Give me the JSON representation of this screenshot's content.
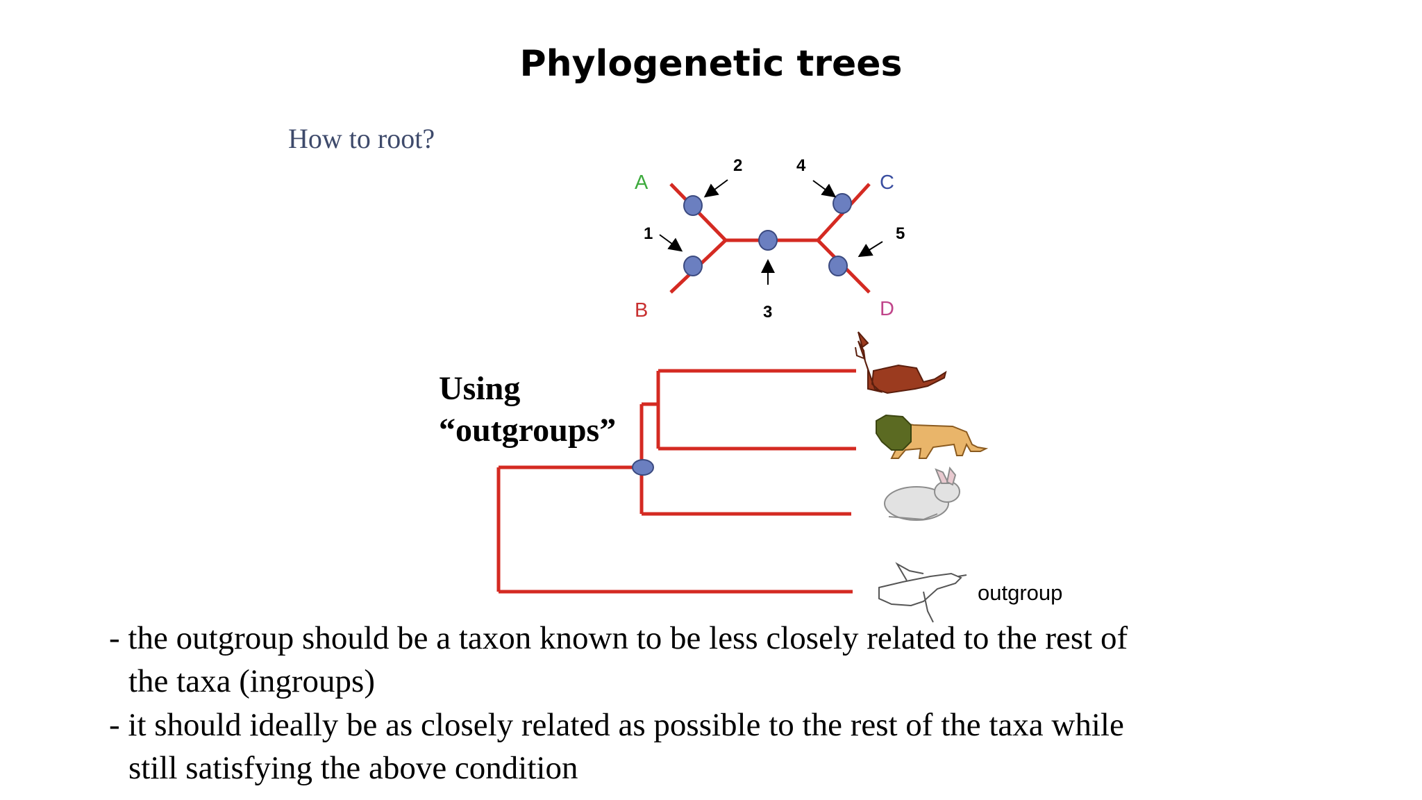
{
  "title": "Phylogenetic trees",
  "subtitle": "How to root?",
  "unrooted_tree": {
    "leaves": {
      "A": {
        "label": "A",
        "color": "#3daa3d"
      },
      "B": {
        "label": "B",
        "color": "#c83030"
      },
      "C": {
        "label": "C",
        "color": "#3a4ea0"
      },
      "D": {
        "label": "D",
        "color": "#c0458a"
      }
    },
    "root_positions": [
      "1",
      "2",
      "3",
      "4",
      "5"
    ],
    "branch_color": "#d42a22",
    "node_color": "#6b7fc0"
  },
  "using_label": [
    "Using",
    "“outgroups”"
  ],
  "rooted_tree": {
    "taxa": [
      {
        "icon": "donkey-icon"
      },
      {
        "icon": "lion-icon"
      },
      {
        "icon": "rabbit-icon"
      },
      {
        "icon": "bird-icon"
      }
    ],
    "outgroup_label": "outgroup"
  },
  "bullets": [
    {
      "line1": "- the outgroup should be a taxon known to be less closely related to the rest of",
      "line2": "the taxa (ingroups)"
    },
    {
      "line1": "- it should ideally be as closely related as possible to the rest of the taxa while",
      "line2": "still satisfying the above condition"
    }
  ]
}
